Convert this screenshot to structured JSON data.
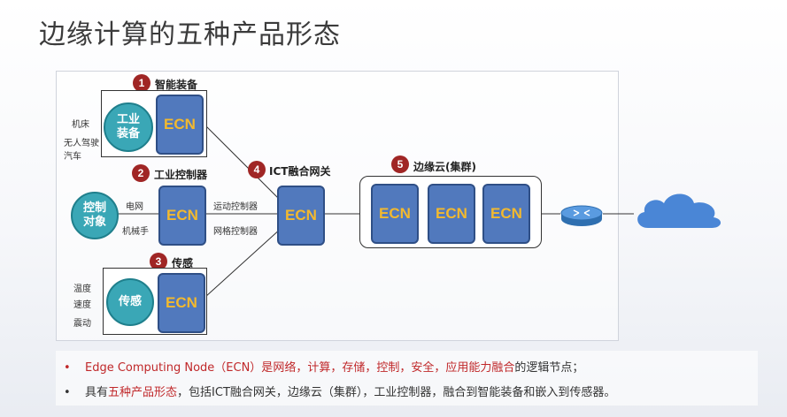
{
  "title": "边缘计算的五种产品形态",
  "forms": [
    {
      "num": "1",
      "name": "智能装备"
    },
    {
      "num": "2",
      "name": "工业控制器"
    },
    {
      "num": "3",
      "name": "传感"
    },
    {
      "num": "4",
      "name": "ICT融合网关"
    },
    {
      "num": "5",
      "name": "边缘云(集群)"
    }
  ],
  "ecn_label": "ECN",
  "equipment": {
    "circle": "工业\n装备",
    "items": [
      "机床",
      "无人驾驶\n汽车"
    ]
  },
  "controller": {
    "circle": "控制\n对象",
    "items": [
      "电网",
      "机械手"
    ]
  },
  "sensor": {
    "circle": "传感",
    "items": [
      "温度",
      "速度",
      "震动"
    ]
  },
  "gateway_links": [
    "运动控制器",
    "网格控制器"
  ],
  "bullets": [
    {
      "dot": "•",
      "parts": [
        {
          "text": "Edge Computing Node（ECN）是",
          "color": "red"
        },
        {
          "text": "网络，计算，存储，控制，安全，应用能力融合",
          "color": "red"
        },
        {
          "text": "的逻辑节点；",
          "color": "normal"
        }
      ]
    },
    {
      "dot": "•",
      "parts": [
        {
          "text": "具有",
          "color": "normal"
        },
        {
          "text": "五种产品形态",
          "color": "red"
        },
        {
          "text": "，包括ICT融合网关，边缘云（集群），工业控制器，融合到智能装备和嵌入到传感器。",
          "color": "normal"
        }
      ]
    }
  ],
  "colors": {
    "ecn_fill": "#5179bd",
    "ecn_text": "#f3b92e",
    "circle": "#3aa7b6",
    "badge": "#a02625",
    "cloud": "#4a86d6",
    "accent_red": "#c0282a"
  }
}
